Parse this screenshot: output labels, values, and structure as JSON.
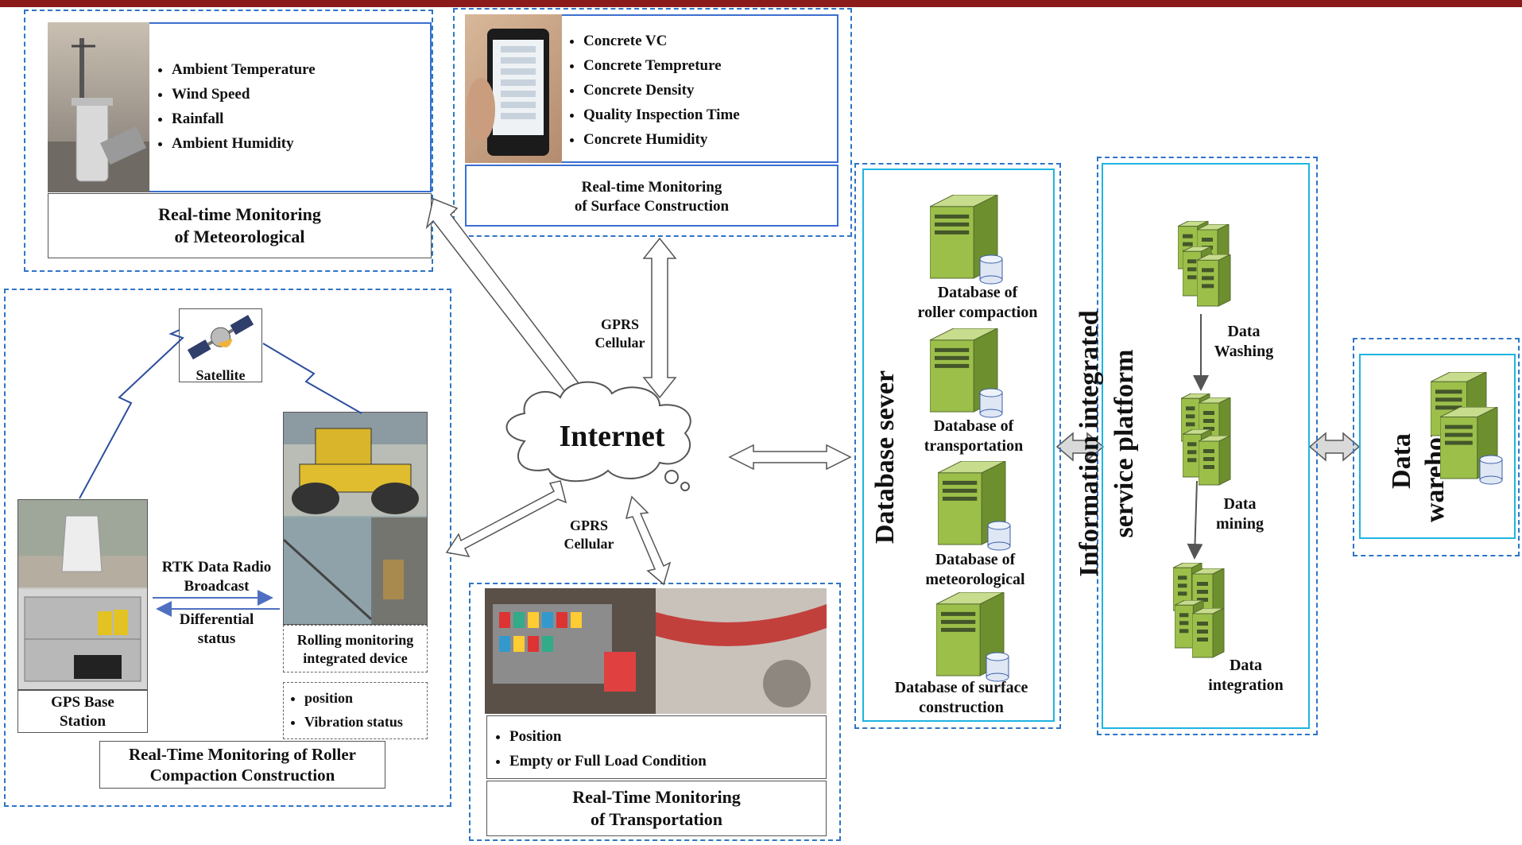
{
  "meteorological": {
    "items": [
      "Ambient Temperature",
      "Wind Speed",
      "Rainfall",
      "Ambient Humidity"
    ],
    "title_line1": "Real-time Monitoring",
    "title_line2": "of Meteorological"
  },
  "surface": {
    "items": [
      "Concrete VC",
      "Concrete Tempreture",
      "Concrete Density",
      "Quality Inspection Time",
      "Concrete Humidity"
    ],
    "title_line1": "Real-time Monitoring",
    "title_line2": "of Surface Construction"
  },
  "roller": {
    "satellite": "Satellite",
    "rtk_line1": "RTK Data Radio",
    "rtk_line2": "Broadcast",
    "diff_line1": "Differential",
    "diff_line2": "status",
    "gps_line1": "GPS Base",
    "gps_line2": "Station",
    "device_line1": "Rolling monitoring",
    "device_line2": "integrated device",
    "items": [
      "position",
      "Vibration status"
    ],
    "title_line1": "Real-Time Monitoring of Roller",
    "title_line2": "Compaction Construction"
  },
  "network": {
    "internet": "Internet",
    "gprs_top_line1": "GPRS",
    "gprs_top_line2": "Cellular",
    "gprs_bottom_line1": "GPRS",
    "gprs_bottom_line2": "Cellular"
  },
  "transportation": {
    "items": [
      "Position",
      "Empty or Full Load Condition"
    ],
    "title_line1": "Real-Time Monitoring",
    "title_line2": "of Transportation"
  },
  "database_server": {
    "title": "Database sever",
    "db1_line1": "Database of",
    "db1_line2": "roller compaction",
    "db2_line1": "Database of",
    "db2_line2": "transportation",
    "db3_line1": "Database of",
    "db3_line2": "meteorological",
    "db4_line1": "Database of surface",
    "db4_line2": "construction"
  },
  "platform": {
    "title_line1": "Information integrated",
    "title_line2": "service platform",
    "step1_line1": "Data",
    "step1_line2": "Washing",
    "step2_line1": "Data",
    "step2_line2": "mining",
    "step3_line1": "Data",
    "step3_line2": "integration"
  },
  "warehouse": {
    "title_line1": "Data",
    "title_line2": "warehouse"
  },
  "colors": {
    "top_bar": "#8b1a1a",
    "dashed_border": "#2e75c7",
    "server_green": "#9cbf4a"
  },
  "icons": [
    "server-icon",
    "satellite-icon",
    "database-cylinder-icon",
    "lightning-link-icon",
    "cloud-icon",
    "double-arrow-icon"
  ]
}
